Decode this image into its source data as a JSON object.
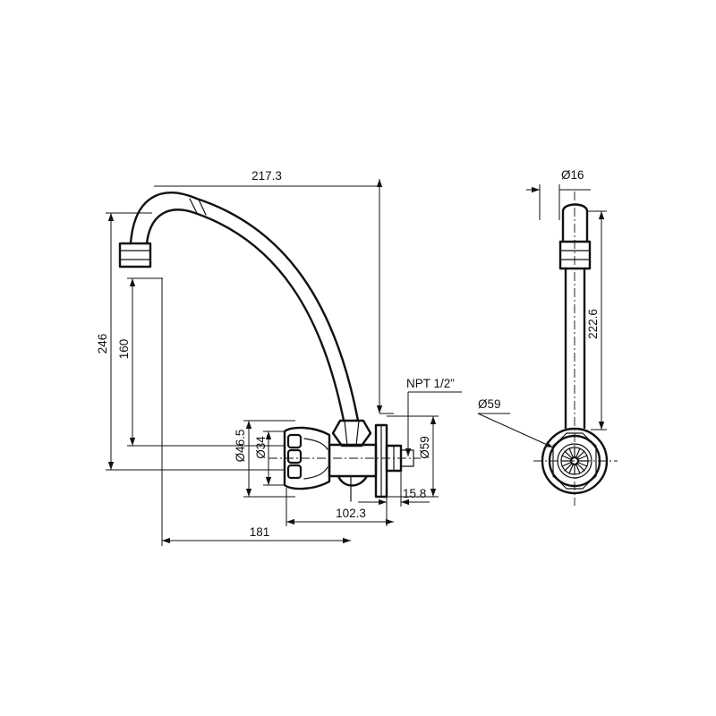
{
  "colors": {
    "line": "#111111",
    "background": "#ffffff"
  },
  "dimensions": {
    "spout_reach": "217.3",
    "total_height": "246",
    "spout_height": "160",
    "handle_diameter": "Ø46.5",
    "handle_inner_diameter": "Ø34",
    "flange_diameter": "Ø59",
    "thread": "NPT 1/2”",
    "flange_depth": "15.8",
    "body_length": "102.3",
    "spout_offset": "181",
    "tube_diameter": "Ø16",
    "side_height": "222.6",
    "base_diameter": "Ø59"
  }
}
